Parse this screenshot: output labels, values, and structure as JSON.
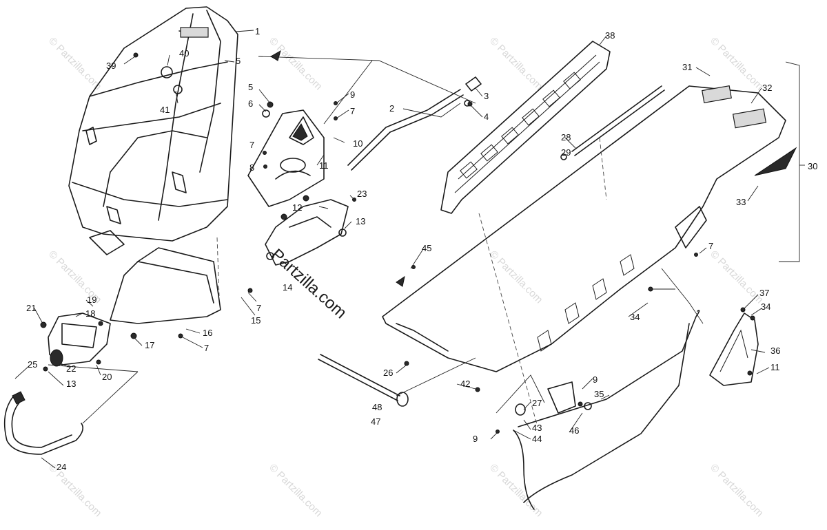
{
  "watermark": {
    "text": "© Partzilla.com",
    "center_text": "Partzilla.com"
  },
  "callouts": {
    "c1": "1",
    "c2": "2",
    "c3": "3",
    "c4": "4",
    "c5a": "5",
    "c5b": "5",
    "c6": "6",
    "c7a": "7",
    "c7b": "7",
    "c7c": "7",
    "c7d": "7",
    "c7e": "7",
    "c8": "8",
    "c9a": "9",
    "c9b": "9",
    "c9c": "9",
    "c10": "10",
    "c11a": "11",
    "c11b": "11",
    "c12": "12",
    "c13a": "13",
    "c13b": "13",
    "c14": "14",
    "c15": "15",
    "c16": "16",
    "c17": "17",
    "c18": "18",
    "c19": "19",
    "c20": "20",
    "c21": "21",
    "c22": "22",
    "c23": "23",
    "c24": "24",
    "c25": "25",
    "c26": "26",
    "c27": "27",
    "c28": "28",
    "c29": "29",
    "c30": "30",
    "c31": "31",
    "c32": "32",
    "c33": "33",
    "c34a": "34",
    "c34b": "34",
    "c35": "35",
    "c36": "36",
    "c37": "37",
    "c38": "38",
    "c39": "39",
    "c40": "40",
    "c41": "41",
    "c42": "42",
    "c43": "43",
    "c44": "44",
    "c45": "45",
    "c46": "46",
    "c47": "47",
    "c48": "48"
  }
}
